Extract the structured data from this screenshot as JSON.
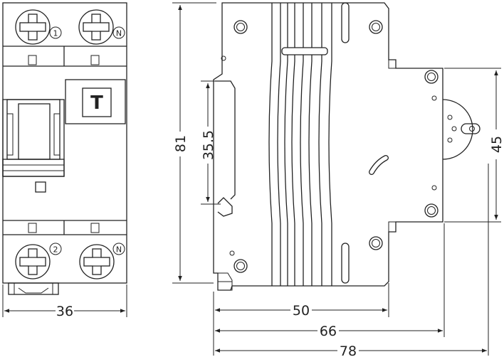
{
  "front_view": {
    "terminal_top_left": "1",
    "terminal_top_right": "N",
    "terminal_bottom_left": "2",
    "terminal_bottom_right": "N",
    "test_button": "T"
  },
  "dimensions": {
    "front_width": "36",
    "overall_height": "81",
    "din_rail": "35.5",
    "right_height": "45",
    "depth_50": "50",
    "depth_66": "66",
    "depth_78": "78"
  }
}
